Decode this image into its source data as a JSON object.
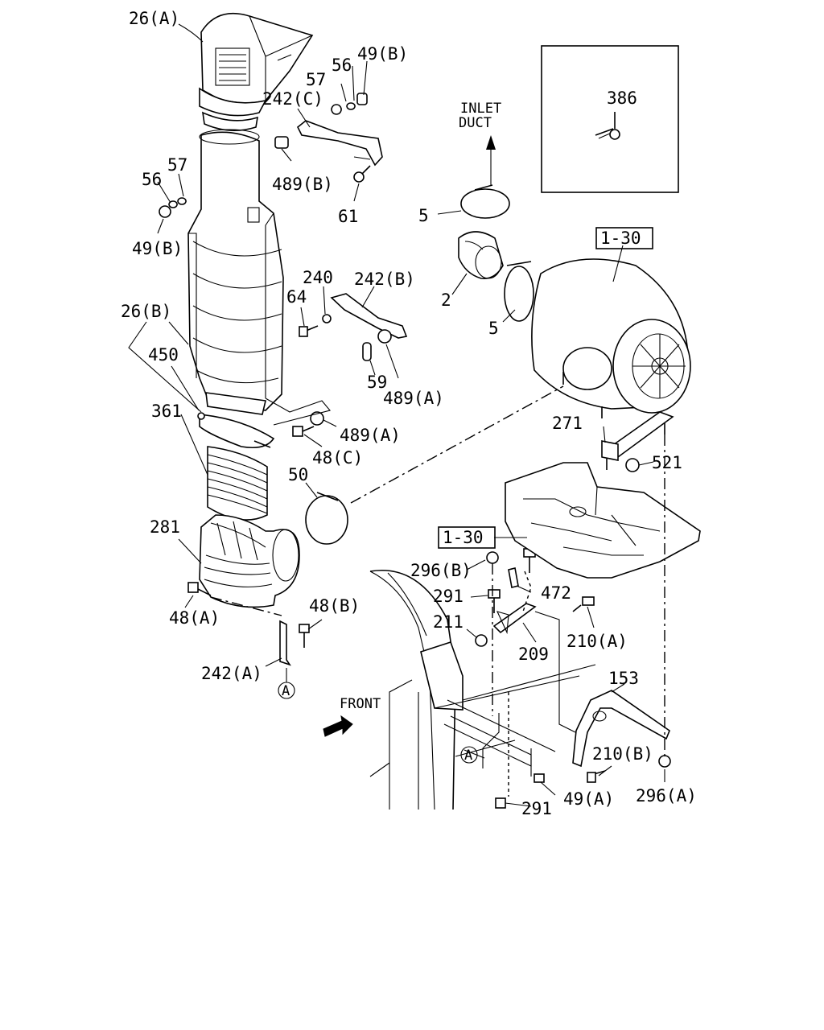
{
  "labels": {
    "l26a": "26(A)",
    "l49b_top": "49(B)",
    "l56_top": "56",
    "l57_top": "57",
    "l242c": "242(C)",
    "l489b": "489(B)",
    "l61": "61",
    "l57_left": "57",
    "l56_left": "56",
    "l49b_left": "49(B)",
    "l386": "386",
    "inlet_1": "INLET",
    "inlet_2": "DUCT",
    "l5_top": "5",
    "l1_30_top": "1-30",
    "l2": "2",
    "l5_mid": "5",
    "l240": "240",
    "l242b": "242(B)",
    "l64": "64",
    "l26b": "26(B)",
    "l450": "450",
    "l59": "59",
    "l489a_mid": "489(A)",
    "l361": "361",
    "l489a_low": "489(A)",
    "l48c": "48(C)",
    "l271": "271",
    "l521": "521",
    "l50": "50",
    "l281": "281",
    "l1_30_low": "1-30",
    "l296b": "296(B)",
    "l291_mid": "291",
    "l472": "472",
    "l48b": "48(B)",
    "l211": "211",
    "l48a": "48(A)",
    "l210a": "210(A)",
    "l209": "209",
    "l242a": "242(A)",
    "l153": "153",
    "circle_a_left": "A",
    "front": "FRONT",
    "circle_a_right": "A",
    "l210b": "210(B)",
    "l291_low": "291",
    "l49a": "49(A)",
    "l296a": "296(A)"
  }
}
